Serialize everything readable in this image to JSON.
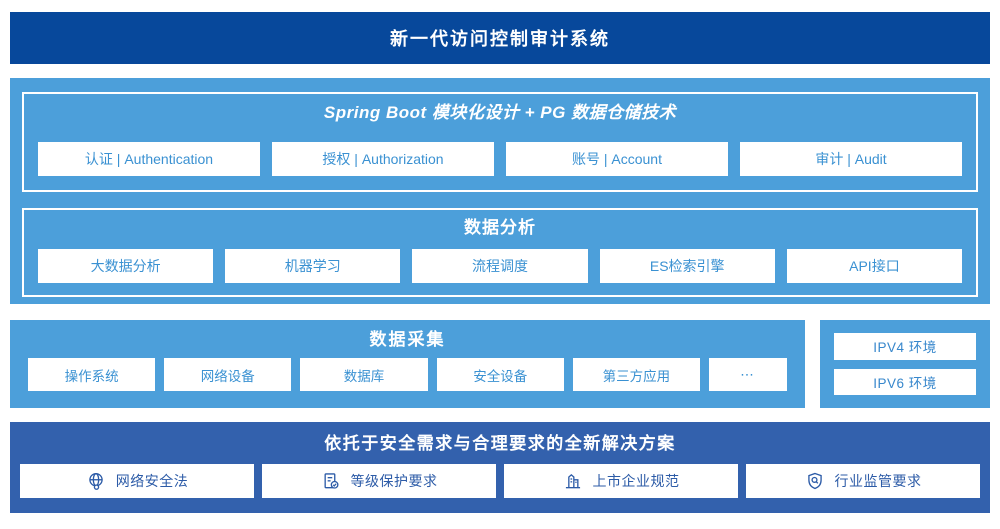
{
  "colors": {
    "dark_blue": "#07489B",
    "light_blue": "#4C9FDA",
    "mid_blue": "#3361AD",
    "text_light": "#3A91D2",
    "text_dark": "#2C5BA7",
    "ipv_text": "#3787CC"
  },
  "header": {
    "title": "新一代访问控制审计系统"
  },
  "platform": {
    "springboot": {
      "title": "Spring Boot 模块化设计 + PG 数据仓储技术",
      "items": [
        "认证 | Authentication",
        "授权 | Authorization",
        "账号 | Account",
        "审计 | Audit"
      ]
    },
    "analysis": {
      "title": "数据分析",
      "items": [
        "大数据分析",
        "机器学习",
        "流程调度",
        "ES检索引擎",
        "API接口"
      ]
    }
  },
  "collection": {
    "title": "数据采集",
    "items": [
      "操作系统",
      "网络设备",
      "数据库",
      "安全设备",
      "第三方应用"
    ],
    "more": "⋯"
  },
  "network": {
    "items": [
      "IPV4 环境",
      "IPV6 环境"
    ]
  },
  "solution": {
    "title": "依托于安全需求与合理要求的全新解决方案",
    "items": [
      {
        "icon": "globe-icon",
        "label": "网络安全法"
      },
      {
        "icon": "checklist-check-icon",
        "label": "等级保护要求"
      },
      {
        "icon": "building-icon",
        "label": "上市企业规范"
      },
      {
        "icon": "shield-search-icon",
        "label": "行业监管要求"
      }
    ]
  }
}
